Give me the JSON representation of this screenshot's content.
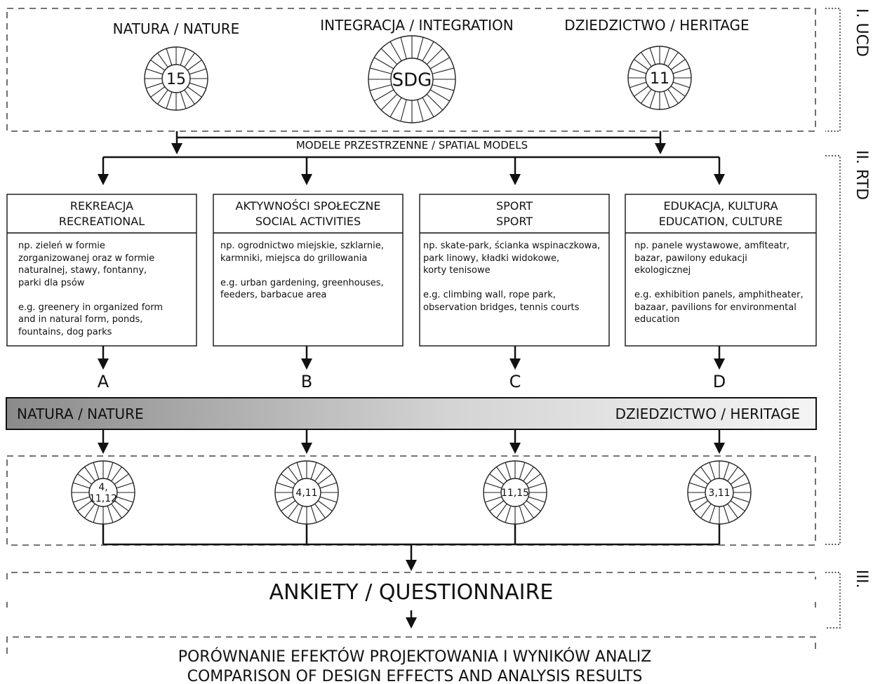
{
  "ucd": {
    "nature_label": "NATURA / NATURE",
    "integration_label": "INTEGRACJA / INTEGRATION",
    "heritage_label": "DZIEDZICTWO / HERITAGE",
    "dial_nature": "15",
    "dial_integration": "SDG",
    "dial_heritage": "11"
  },
  "spatial_models_label": "MODELE PRZESTRZENNE / SPATIAL MODELS",
  "categories": [
    {
      "title_pl": "REKREACJA",
      "title_en": "RECREATIONAL",
      "desc": "np. zieleń w formie\nzorganizowanej oraz w formie\nnaturalnej, stawy, fontanny,\nparki dla psów\n\ne.g. greenery in organized form\nand in natural form, ponds,\nfountains, dog parks",
      "letter": "A",
      "sdg": "4,\n11,12"
    },
    {
      "title_pl": "AKTYWNOŚCI SPOŁECZNE",
      "title_en": "SOCIAL ACTIVITIES",
      "desc": "np. ogrodnictwo miejskie, szklarnie,\nkarmniki, miejsca do grillowania\n\ne.g. urban gardening, greenhouses,\nfeeders, barbacue area",
      "letter": "B",
      "sdg": "4,11"
    },
    {
      "title_pl": "SPORT",
      "title_en": "SPORT",
      "desc": "np. skate-park, ścianka wspinaczkowa,\npark linowy, kładki widokowe,\nkorty tenisowe\n\ne.g. climbing wall, rope park,\nobservation bridges, tennis courts",
      "letter": "C",
      "sdg": "11,15"
    },
    {
      "title_pl": "EDUKACJA, KULTURA",
      "title_en": "EDUCATION, CULTURE",
      "desc": "np. panele wystawowe, amfiteatr,\nbazar, pawilony edukacji\nekologicznej\n\ne.g. exhibition panels, amphitheater,\nbazaar, pavilions for environmental\neducation",
      "letter": "D",
      "sdg": "3,11"
    }
  ],
  "gradient_bar": {
    "left_label": "NATURA / NATURE",
    "right_label": "DZIEDZICTWO / HERITAGE"
  },
  "questionnaire_label": "ANKIETY / QUESTIONNAIRE",
  "comparison": {
    "line1": "PORÓWNANIE EFEKTÓW PROJEKTOWANIA I WYNIKÓW ANALIZ",
    "line2": "COMPARISON OF DESIGN EFFECTS AND ANALYSIS RESULTS"
  },
  "sections": {
    "s1": "I. UCD",
    "s2": "II. RTD",
    "s3": "III."
  }
}
